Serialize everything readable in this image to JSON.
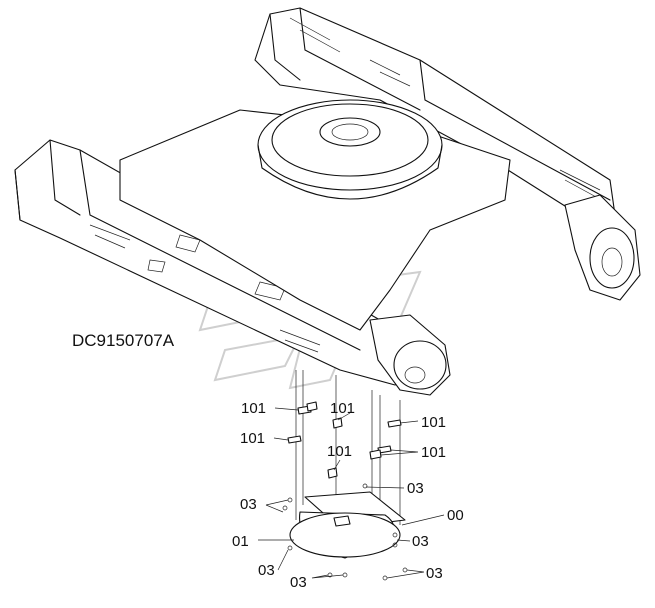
{
  "drawing_code": "DC9150707A",
  "callouts": {
    "p101_a": "101",
    "p101_b": "101",
    "p101_c": "101",
    "p101_d": "101",
    "p101_e": "101",
    "p101_f": "101",
    "p03_a": "03",
    "p03_b": "03",
    "p03_c": "03",
    "p03_d": "03",
    "p03_e": "03",
    "p03_f": "03",
    "p00": "00",
    "p01": "01"
  }
}
